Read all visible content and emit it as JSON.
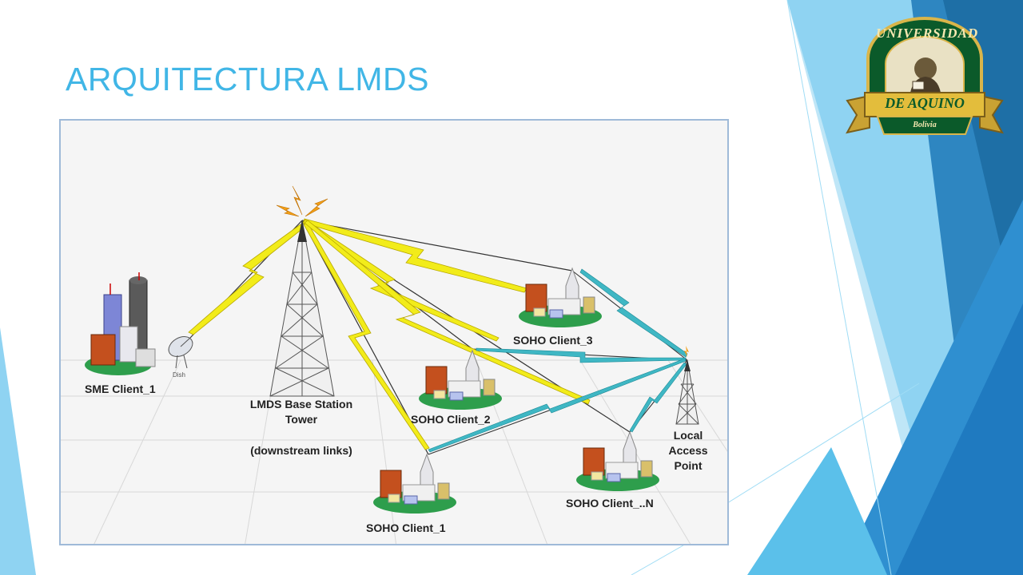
{
  "slide": {
    "title": "ARQUITECTURA LMDS"
  },
  "logo": {
    "arc_text": "UNIVERSIDAD",
    "banner_text": "DE AQUINO",
    "country": "Bolivia"
  },
  "diagram": {
    "nodes": {
      "sme_client_1": "SME Client_1",
      "dish": "Dish",
      "base_station_line1": "LMDS Base Station",
      "base_station_line2": "Tower",
      "base_station_note": "(downstream links)",
      "soho_client_1": "SOHO Client_1",
      "soho_client_2": "SOHO Client_2",
      "soho_client_3": "SOHO Client_3",
      "soho_client_n": "SOHO Client_..N",
      "local_access_line1": "Local",
      "local_access_line2": "Access",
      "local_access_line3": "Point"
    }
  },
  "colors": {
    "title": "#41b6e6",
    "accent_dark": "#1e6fa6",
    "accent_light": "#8fd3f2",
    "yellow_link": "#f2ec1a",
    "cyan_link": "#3fb7c4"
  }
}
